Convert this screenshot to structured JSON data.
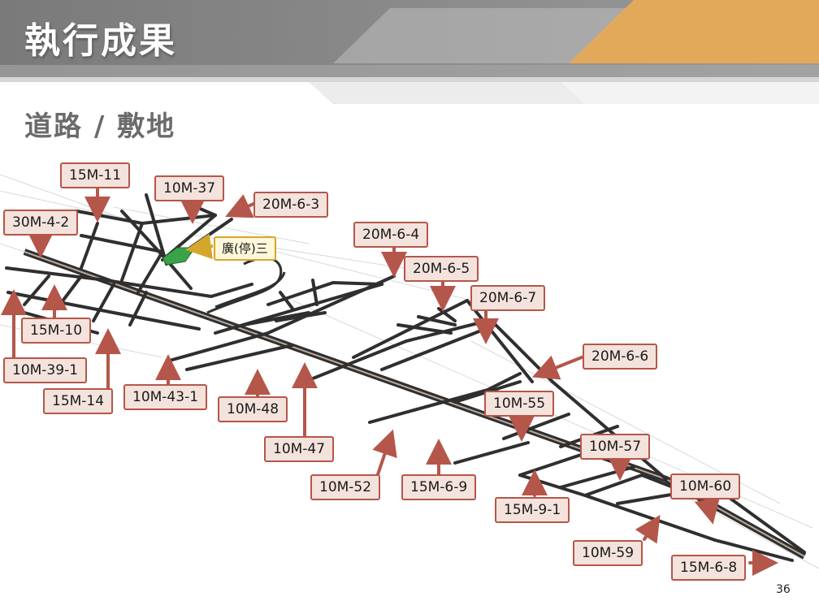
{
  "title": "執行成果",
  "subtitle": "道路 / 敷地",
  "page_number": "36",
  "colors": {
    "road": "#2f2f2f",
    "arrow": "#b5564a",
    "label_bg": "#f3e3dc",
    "label_border": "#b5564a",
    "park": "#3aa34a",
    "park_label_border": "#d4a72c"
  },
  "labels": [
    {
      "id": "15m-11",
      "text": "15M-11"
    },
    {
      "id": "10m-37",
      "text": "10M-37"
    },
    {
      "id": "20m-6-3",
      "text": "20M-6-3"
    },
    {
      "id": "30m-4-2",
      "text": "30M-4-2"
    },
    {
      "id": "20m-6-4",
      "text": "20M-6-4"
    },
    {
      "id": "20m-6-5",
      "text": "20M-6-5"
    },
    {
      "id": "20m-6-7",
      "text": "20M-6-7"
    },
    {
      "id": "15m-10",
      "text": "15M-10"
    },
    {
      "id": "10m-39-1",
      "text": "10M-39-1"
    },
    {
      "id": "20m-6-6",
      "text": "20M-6-6"
    },
    {
      "id": "15m-14",
      "text": "15M-14"
    },
    {
      "id": "10m-43-1",
      "text": "10M-43-1"
    },
    {
      "id": "10m-48",
      "text": "10M-48"
    },
    {
      "id": "10m-55",
      "text": "10M-55"
    },
    {
      "id": "10m-47",
      "text": "10M-47"
    },
    {
      "id": "10m-57",
      "text": "10M-57"
    },
    {
      "id": "10m-52",
      "text": "10M-52"
    },
    {
      "id": "15m-6-9",
      "text": "15M-6-9"
    },
    {
      "id": "10m-60",
      "text": "10M-60"
    },
    {
      "id": "15m-9-1",
      "text": "15M-9-1"
    },
    {
      "id": "10m-59",
      "text": "10M-59"
    },
    {
      "id": "15m-6-8",
      "text": "15M-6-8"
    }
  ],
  "park_label": "廣(停)三"
}
